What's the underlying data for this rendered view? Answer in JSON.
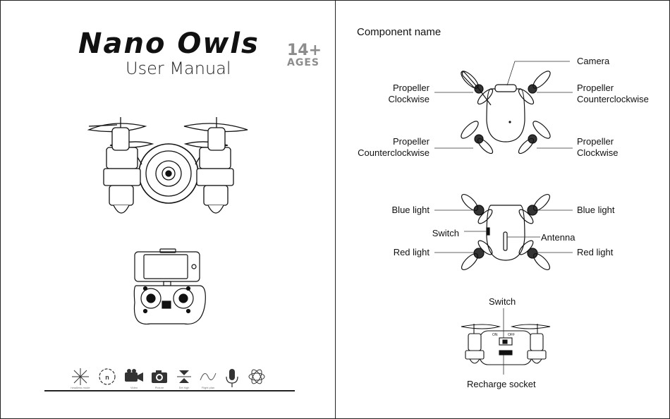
{
  "cover": {
    "title": "Nano Owls",
    "subtitle": "User Manual",
    "age_number": "14+",
    "age_word": "AGES",
    "features": [
      {
        "icon": "headless-mode-icon",
        "label": "headless mode"
      },
      {
        "icon": "360-flip-icon",
        "label": ""
      },
      {
        "icon": "video-camera-icon",
        "label": "Video"
      },
      {
        "icon": "photo-camera-icon",
        "label": "Picture"
      },
      {
        "icon": "altitude-hold-icon",
        "label": "Set high"
      },
      {
        "icon": "flight-plan-icon",
        "label": "Flight plan"
      },
      {
        "icon": "microphone-icon",
        "label": ""
      },
      {
        "icon": "gravity-sensor-icon",
        "label": ""
      }
    ]
  },
  "components": {
    "heading": "Component name",
    "top_view": {
      "camera": "Camera",
      "prop_left_top": "Propeller\nClockwise",
      "prop_right_top": "Propeller\nCounterclockwise",
      "prop_left_bottom": "Propeller\nCounterclockwise",
      "prop_right_bottom": "Propeller\nClockwise"
    },
    "bottom_view": {
      "blue_light_left": "Blue light",
      "blue_light_right": "Blue light",
      "switch": "Switch",
      "antenna": "Antenna",
      "red_light_left": "Red light",
      "red_light_right": "Red light"
    },
    "rear_view": {
      "switch": "Switch",
      "recharge_socket": "Recharge socket",
      "switch_on": "ON",
      "switch_off": "OFF"
    }
  }
}
